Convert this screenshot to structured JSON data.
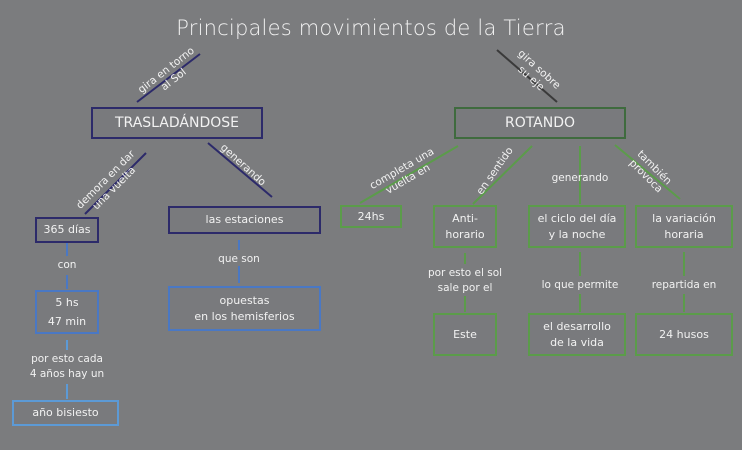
{
  "title": "Principales movimientos de la Tierra",
  "colors": {
    "background": "#7b7c7e",
    "navy": "#2c2a6a",
    "blue": "#4a78c4",
    "light_blue": "#5c9ad6",
    "dark_green": "#3f6b3e",
    "green": "#5b9c4a"
  },
  "nodes": {
    "trasladandose": "TRASLADÁNDOSE",
    "rotando": "ROTANDO",
    "dias365": "365 días",
    "estaciones": "las estaciones",
    "horas": "5 hs\n47 min",
    "opuestas": "opuestas\nen los hemisferios",
    "bisiesto": "año bisiesto",
    "hs24": "24hs",
    "antihorario": "Anti-\nhorario",
    "ciclo": "el ciclo del día\ny la noche",
    "variacion": "la variación\nhoraria",
    "este": "Este",
    "desarrollo": "el desarrollo\nde la vida",
    "husos": "24 husos"
  },
  "links": {
    "gira_sol": "gira en torno\nal Sol",
    "gira_eje": "gira sobre\nsu eje",
    "demora": "demora en dar\nuna vuelta",
    "generando_t": "generando",
    "con": "con",
    "por_esto_cada": "por esto cada\n4 años hay un",
    "que_son": "que son",
    "completa": "completa una\nvuelta en",
    "en_sentido": "en sentido",
    "generando_r": "generando",
    "tambien": "también\nprovoca",
    "sale_por": "por esto el sol\nsale por el",
    "permite": "lo que permite",
    "repartida": "repartida en"
  }
}
